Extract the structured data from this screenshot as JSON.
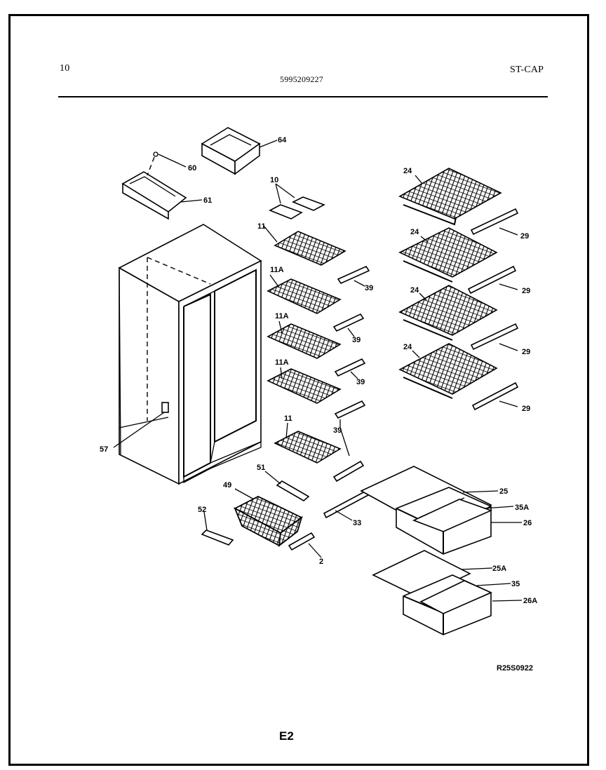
{
  "header": {
    "page_number": "10",
    "part_number": "5995209227",
    "model_code": "ST-CAP"
  },
  "footer": {
    "reference_code": "R25S0922",
    "page_label": "E2"
  },
  "callouts": [
    "64",
    "60",
    "61",
    "10",
    "11",
    "11A",
    "11A",
    "11A",
    "11",
    "39",
    "39",
    "39",
    "39",
    "24",
    "24",
    "24",
    "24",
    "29",
    "29",
    "29",
    "29",
    "57",
    "51",
    "49",
    "52",
    "2",
    "33",
    "25",
    "35A",
    "26",
    "25A",
    "35",
    "26A"
  ]
}
